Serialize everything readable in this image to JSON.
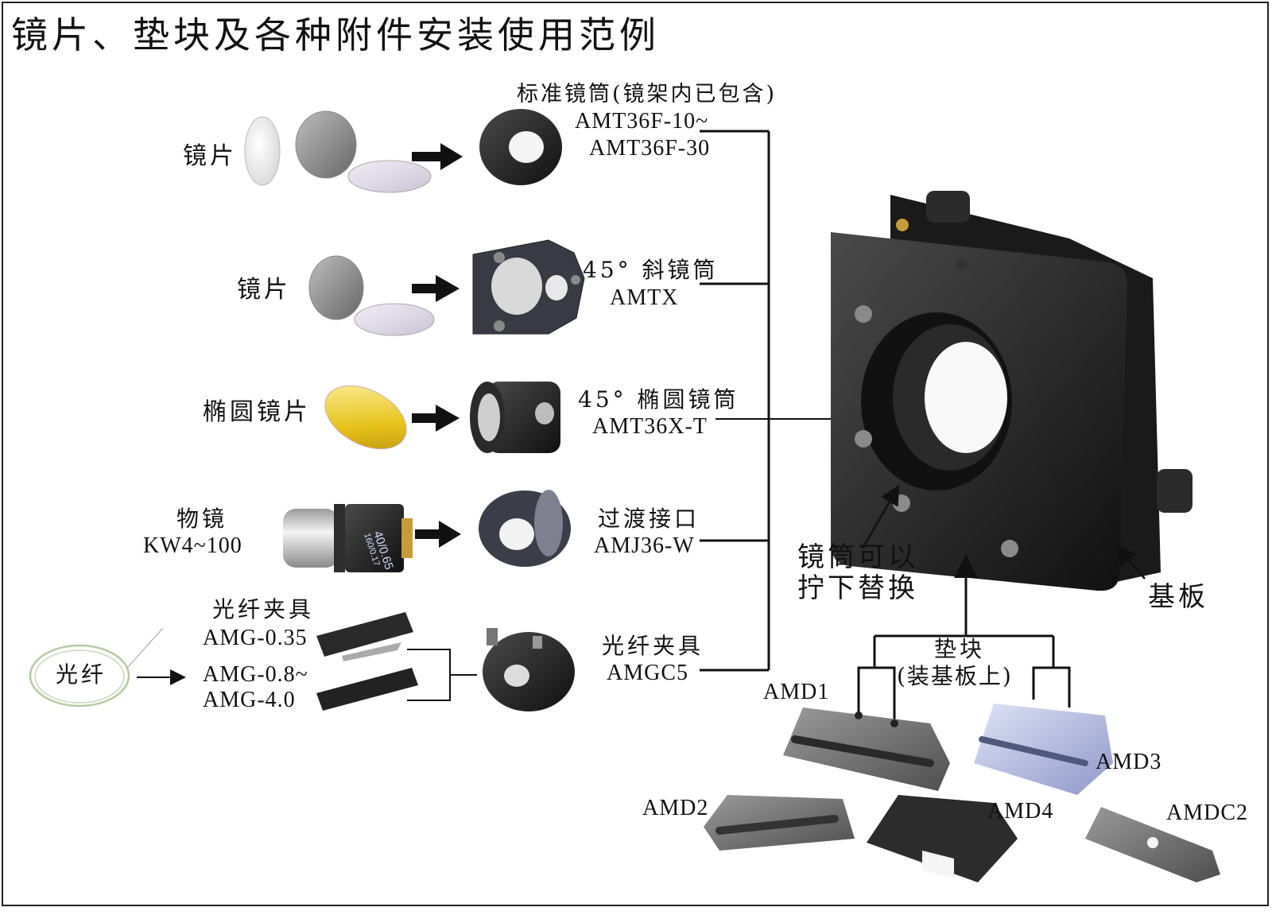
{
  "title": "镜片、垫块及各种附件安装使用范例",
  "rows": [
    {
      "left_label": "镜片",
      "product_cn": "标准镜筒(镜架内已包含)",
      "product_codes": [
        "AMT36F-10~",
        "AMT36F-30"
      ]
    },
    {
      "left_label": "镜片",
      "product_cn": "45° 斜镜筒",
      "product_codes": [
        "AMTX"
      ]
    },
    {
      "left_label": "椭圆镜片",
      "product_cn": "45° 椭圆镜筒",
      "product_codes": [
        "AMT36X-T"
      ]
    },
    {
      "left_label": "物镜",
      "left_sub": "KW4~100",
      "objective_marking": [
        "40/0.65",
        "160/0.17"
      ],
      "product_cn": "过渡接口",
      "product_codes": [
        "AMJ36-W"
      ]
    },
    {
      "left_label": "光纤",
      "clamp_title": "光纤夹具",
      "clamp_codes": [
        "AMG-0.35",
        "AMG-0.8~",
        "AMG-4.0"
      ],
      "product_cn": "光纤夹具",
      "product_codes": [
        "AMGC5"
      ]
    }
  ],
  "mount": {
    "note_lines": [
      "镜筒可以",
      "拧下替换"
    ],
    "base_label": "基板"
  },
  "pads": {
    "title": "垫块",
    "subtitle": "(装基板上)",
    "items": [
      "AMD1",
      "AMD3",
      "AMD2",
      "AMD4",
      "AMDC2"
    ]
  },
  "colors": {
    "black_anodized": "#1c1c1c",
    "steel_gray": "#6e6e6e",
    "lavender_pad": "#aab2dc",
    "gold_mirror": "#e6c21a",
    "brass": "#c79a3a"
  }
}
